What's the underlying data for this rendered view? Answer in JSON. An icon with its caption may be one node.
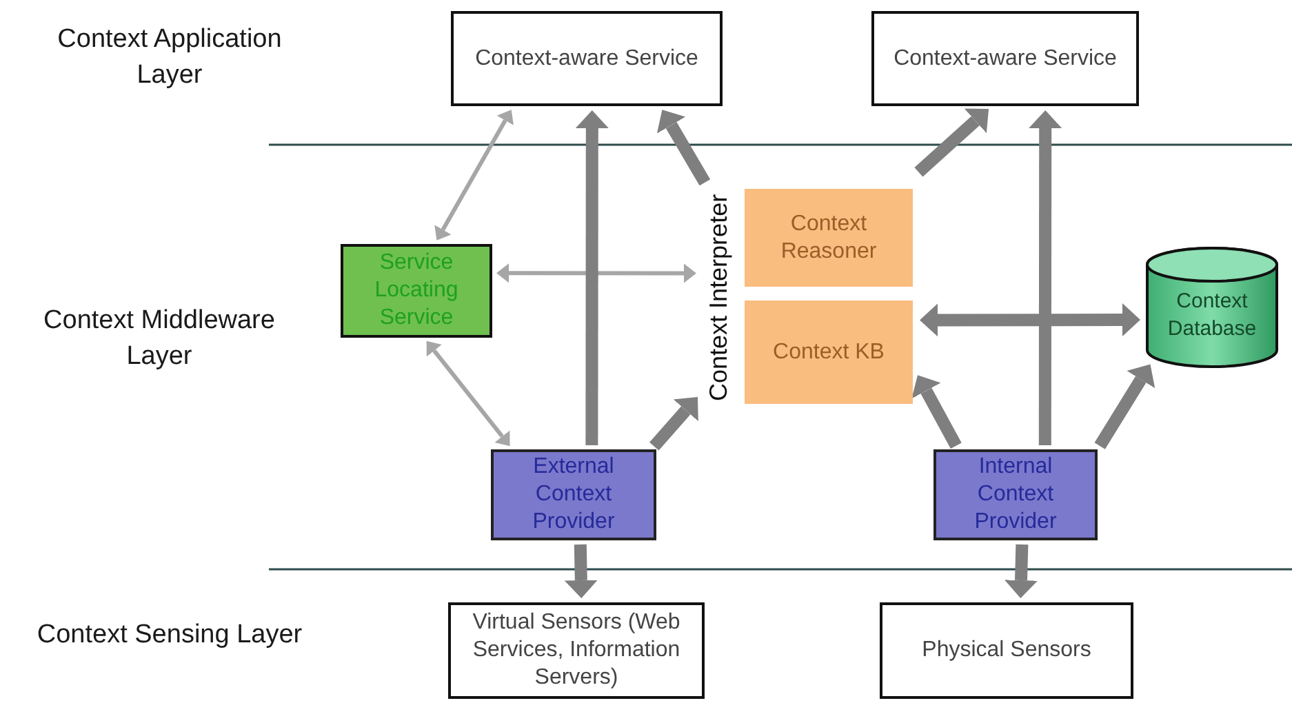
{
  "diagram": {
    "nodes": [
      {
        "text": [
          "Context-aware Service"
        ]
      },
      {
        "text": [
          "Context-aware Service"
        ]
      },
      {
        "text": [
          "Service Locating Service"
        ]
      },
      {
        "text": [
          "Context Interpreter"
        ]
      },
      {
        "text": [
          "Context Reasoner"
        ],
        "in": 3
      },
      {
        "text": [
          "Context KB"
        ],
        "in": 3
      },
      {
        "text": [
          "Context Database"
        ]
      },
      {
        "text": [
          "External Context Provider"
        ]
      },
      {
        "text": [
          "Internal Context Provider"
        ]
      },
      {
        "text": [
          "Virtual Sensors (Web Services, Information Servers)"
        ]
      },
      {
        "text": [
          "Physical Sensors"
        ]
      }
    ],
    "edges": [
      {
        "from": 2,
        "to": 0,
        "arrow": "both",
        "color": "#a6a6a6"
      },
      {
        "from": 2,
        "to": 7,
        "arrow": "both",
        "color": "#a6a6a6"
      },
      {
        "from": 2,
        "to": 3,
        "arrow": "both",
        "color": "#a6a6a6"
      },
      {
        "from": 7,
        "to": 0,
        "arrow": "to"
      },
      {
        "from": 7,
        "to": 3,
        "arrow": "to"
      },
      {
        "from": 3,
        "to": 0,
        "arrow": "to"
      },
      {
        "from": 3,
        "to": 1,
        "arrow": "to"
      },
      {
        "from": 8,
        "to": 1,
        "arrow": "to"
      },
      {
        "from": 3,
        "to": 6,
        "arrow": "both"
      },
      {
        "from": 8,
        "to": 3,
        "arrow": "to"
      },
      {
        "from": 8,
        "to": 6,
        "arrow": "to"
      },
      {
        "from": 7,
        "to": 9,
        "arrow": "to"
      },
      {
        "from": 8,
        "to": 10,
        "arrow": "to"
      }
    ],
    "labels": [
      "Context Application Layer",
      "Context Middleware Layer",
      "Context Sensing Layer"
    ]
  }
}
